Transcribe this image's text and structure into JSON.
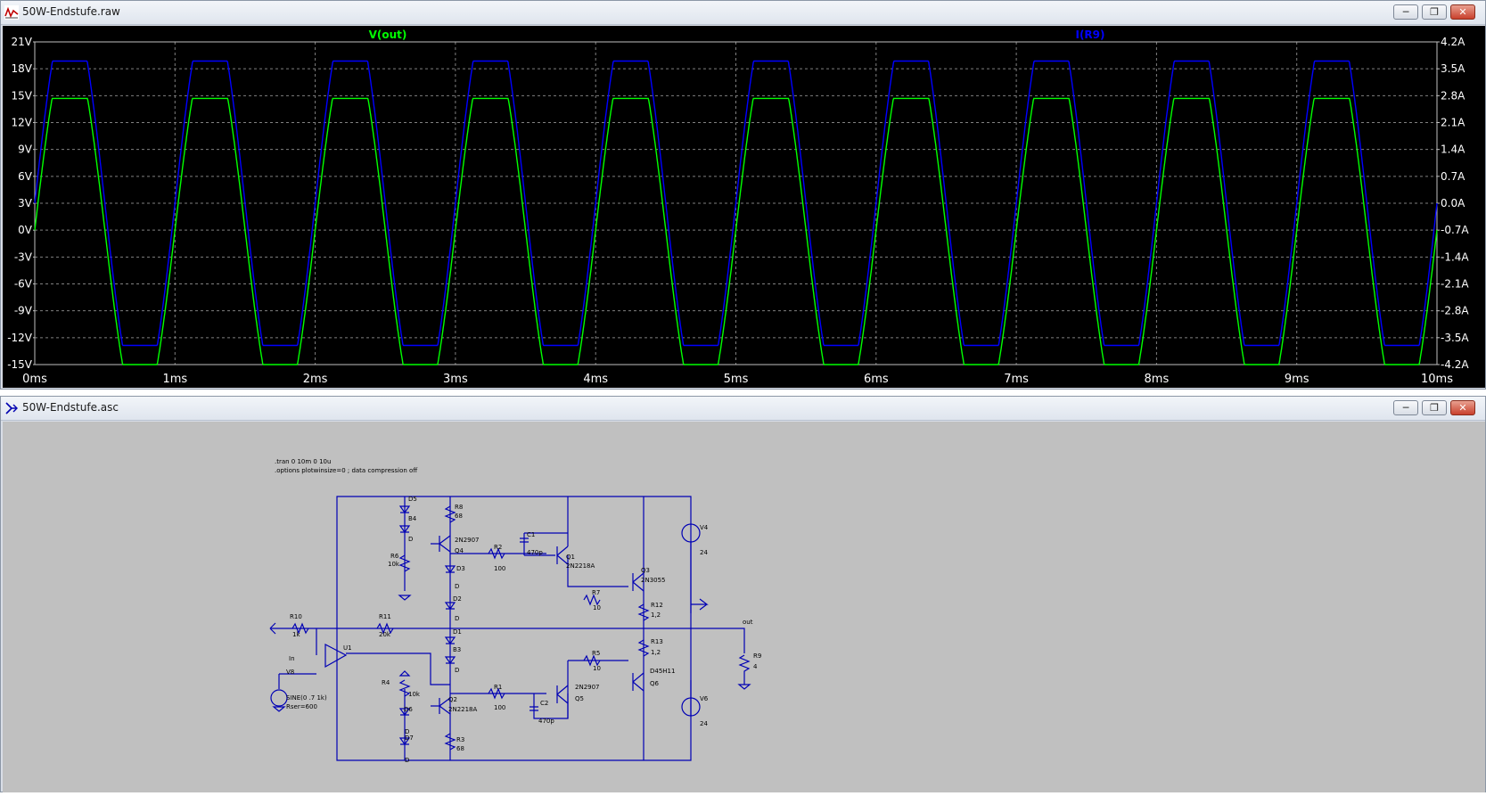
{
  "plot_window": {
    "title": "50W-Endstufe.raw",
    "trace1_label": "V(out)",
    "trace2_label": "I(R9)",
    "trace1_color": "#00ff00",
    "trace2_color": "#0000ff"
  },
  "schematic_window": {
    "title": "50W-Endstufe.asc",
    "directive1": ".tran 0 10m 0 10u",
    "directive2": ".options plotwinsize=0 ; data compression off",
    "labels": {
      "D5": "D5",
      "B4": "B4",
      "D_a": "D",
      "R8": "R8",
      "R8v": "68",
      "Q4t": "2N2907",
      "Q4": "Q4",
      "R6": "R6",
      "R6v": "10k",
      "D3": "D3",
      "D_b": "D",
      "D2": "D2",
      "D_c": "D",
      "D1": "D1",
      "B3": "B3",
      "D_d": "D",
      "C1": "C1",
      "C1v": "470p",
      "R2": "R2",
      "R2v": "100",
      "Q1": "Q1",
      "Q1t": "2N2218A",
      "Q3": "Q3",
      "Q3t": "2N3055",
      "R7": "R7",
      "R7v": "10",
      "R12": "R12",
      "R12v": "1,2",
      "V4": "V4",
      "V4v": "24",
      "R10": "R10",
      "R10v": "1k",
      "R11": "R11",
      "R11v": "20k",
      "out": "out",
      "U1": "U1",
      "in": "In",
      "R13": "R13",
      "R13v": "1,2",
      "R5": "R5",
      "R5v": "10",
      "D45H11": "D45H11",
      "Q6": "Q6",
      "R9": "R9",
      "R9v": "4",
      "V8": "V8",
      "sine": "SINE(0 .7 1k)",
      "rser": "Rser=600",
      "R4": "R4",
      "R4v": "10k",
      "D6": "D6",
      "D_e": "D",
      "D7": "D7",
      "D_f": "D",
      "Q2": "Q2",
      "Q2t": "2N2218A",
      "R1": "R1",
      "R1v": "100",
      "Q5t": "2N2907",
      "Q5": "Q5",
      "C2": "C2",
      "C2v": "470p",
      "R3": "R3",
      "R3v": "68",
      "V6": "V6",
      "V6v": "24"
    }
  },
  "chart_data": {
    "type": "line",
    "title": "",
    "x": {
      "label": "",
      "range": [
        0,
        10
      ],
      "ticks": [
        "0ms",
        "1ms",
        "2ms",
        "3ms",
        "4ms",
        "5ms",
        "6ms",
        "7ms",
        "8ms",
        "9ms",
        "10ms"
      ]
    },
    "y_left": {
      "range": [
        -15,
        21
      ],
      "ticks": [
        "21V",
        "18V",
        "15V",
        "12V",
        "9V",
        "6V",
        "3V",
        "0V",
        "-3V",
        "-6V",
        "-9V",
        "-12V",
        "-15V"
      ]
    },
    "y_right": {
      "range": [
        -4.2,
        4.2
      ],
      "ticks": [
        "4.2A",
        "3.5A",
        "2.8A",
        "2.1A",
        "1.4A",
        "0.7A",
        "0.0A",
        "-0.7A",
        "-1.4A",
        "-2.1A",
        "-2.8A",
        "-3.5A",
        "-4.2A"
      ]
    },
    "grid": true,
    "series": [
      {
        "name": "V(out)",
        "axis": "left",
        "color": "#00ff00",
        "frequency_khz": 1,
        "shape": "sine clipped",
        "max": 14.7,
        "min": -15,
        "amplitude": 21
      },
      {
        "name": "I(R9)",
        "axis": "right",
        "color": "#0000ff",
        "frequency_khz": 1,
        "shape": "sine clipped",
        "max": 3.7,
        "min": -3.7,
        "amplitude": 5.2
      }
    ]
  }
}
